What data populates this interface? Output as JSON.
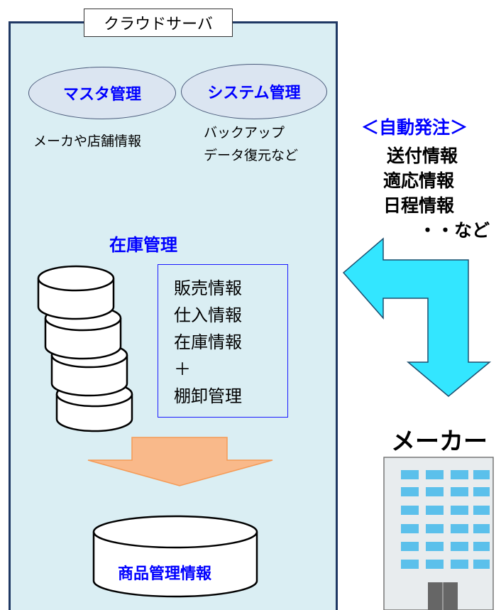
{
  "server": {
    "title": "クラウドサーバ",
    "master": {
      "label": "マスタ管理",
      "desc": "メーカや店舗情報"
    },
    "system": {
      "label": "システム管理",
      "desc_lines": [
        "バックアップ",
        "データ復元など"
      ]
    },
    "inventory": {
      "label": "在庫管理",
      "items": [
        "販売情報",
        "仕入情報",
        "在庫情報",
        "＋",
        "棚卸管理"
      ]
    },
    "product_db_label": "商品管理情報"
  },
  "auto_order": {
    "title": "＜自動発注＞",
    "lines": [
      "送付情報",
      "適応情報",
      "日程情報",
      "・・など"
    ]
  },
  "maker": {
    "label": "メーカー"
  },
  "colors": {
    "panel": "#daeef3",
    "panel_border": "#1f3864",
    "accent_text": "#0000ff",
    "arrow_cyan": "#33e6ff",
    "arrow_orange": "#f9b98a",
    "building_window": "#5bc0eb"
  },
  "icons": [
    "database-icon",
    "cyan-bent-arrow-icon",
    "orange-down-arrow-icon",
    "building-icon"
  ]
}
